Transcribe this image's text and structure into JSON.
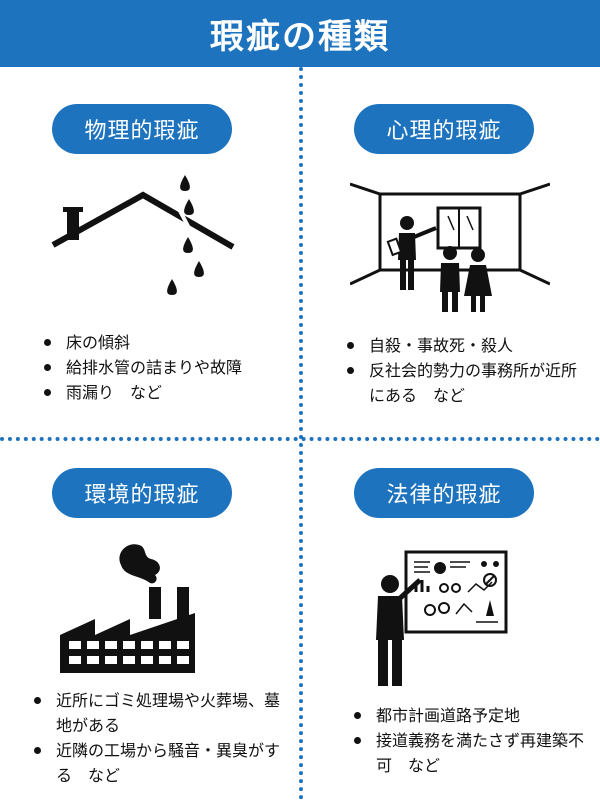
{
  "header": {
    "title": "瑕疵の種類"
  },
  "quadrants": [
    {
      "label": "物理的瑕疵",
      "icon": "leaking-roof-icon",
      "items": [
        "床の傾斜",
        "給排水管の詰まりや故障",
        "雨漏り　など"
      ]
    },
    {
      "label": "心理的瑕疵",
      "icon": "agent-showing-room-icon",
      "items": [
        "自殺・事故死・殺人",
        "反社会的勢力の事務所が近所にある　など"
      ]
    },
    {
      "label": "環境的瑕疵",
      "icon": "factory-smoke-icon",
      "items": [
        "近所にゴミ処理場や火葬場、墓地がある",
        "近隣の工場から騒音・異臭がする　など"
      ]
    },
    {
      "label": "法律的瑕疵",
      "icon": "presenter-board-icon",
      "items": [
        "都市計画道路予定地",
        "接道義務を満たさず再建築不可　など"
      ]
    }
  ],
  "colors": {
    "accent": "#1e73be",
    "text": "#111111",
    "background": "#ffffff"
  }
}
